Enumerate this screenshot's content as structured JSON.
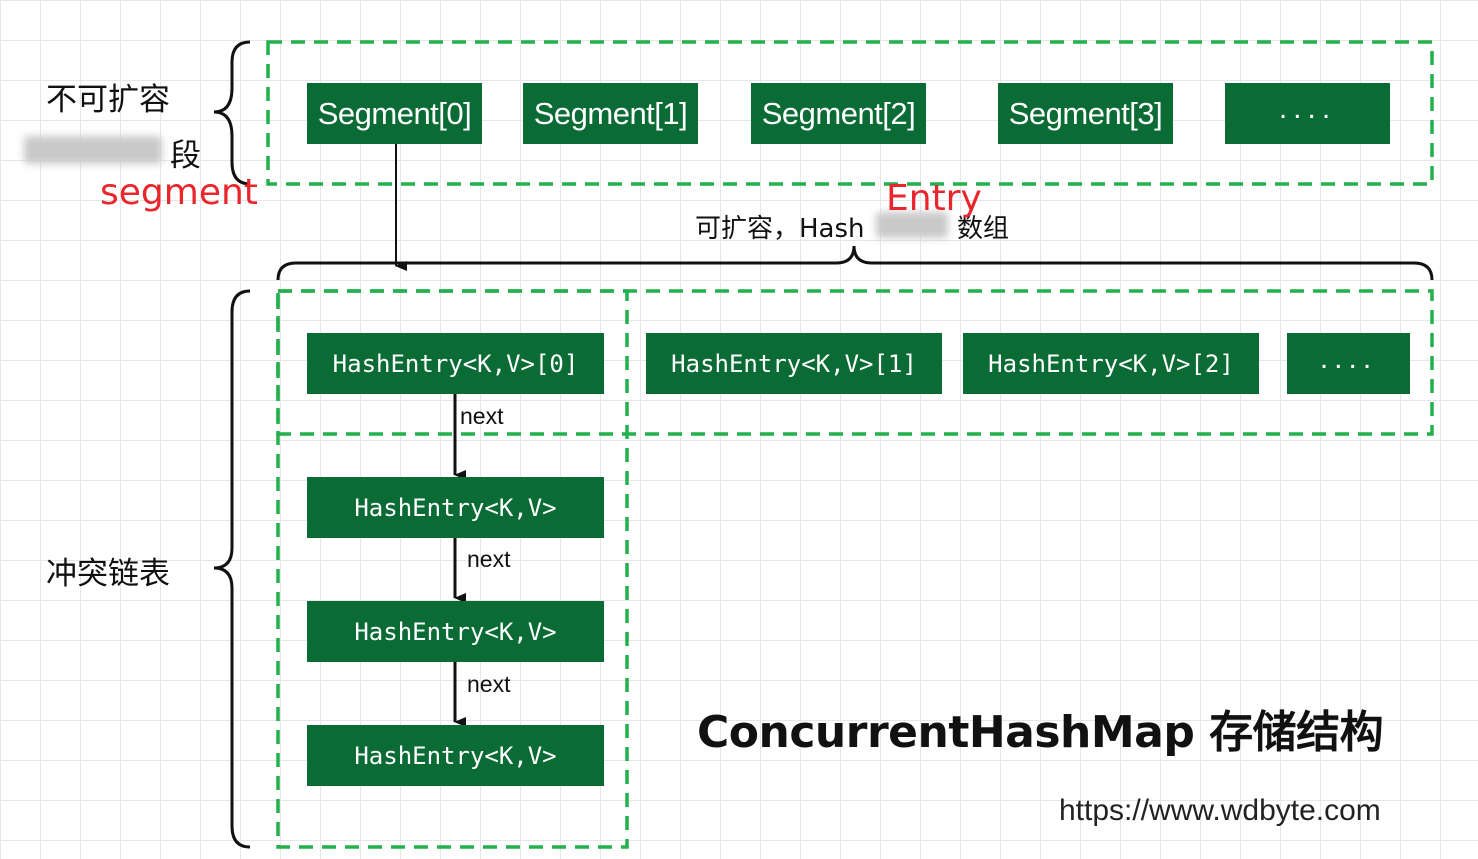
{
  "left_labels": {
    "non_expandable": "不可扩容",
    "segment_cn_suffix": "段",
    "segment_en": "segment",
    "collision_list": "冲突链表"
  },
  "segments": [
    "Segment[0]",
    "Segment[1]",
    "Segment[2]",
    "Segment[3]",
    "...."
  ],
  "array_label": {
    "prefix": "可扩容，Hash",
    "suffix": "数组",
    "entry_red": "Entry"
  },
  "hash_entries": [
    "HashEntry<K,V>[0]",
    "HashEntry<K,V>[1]",
    "HashEntry<K,V>[2]",
    "...."
  ],
  "chain_nodes": [
    "HashEntry<K,V>",
    "HashEntry<K,V>",
    "HashEntry<K,V>"
  ],
  "next_labels": [
    "next",
    "next",
    "next"
  ],
  "title": "ConcurrentHashMap 存储结构",
  "url": "https://www.wdbyte.com",
  "colors": {
    "box_fill": "#0b6b35",
    "dash_border": "#22b14c",
    "accent_red": "#e8262b"
  }
}
